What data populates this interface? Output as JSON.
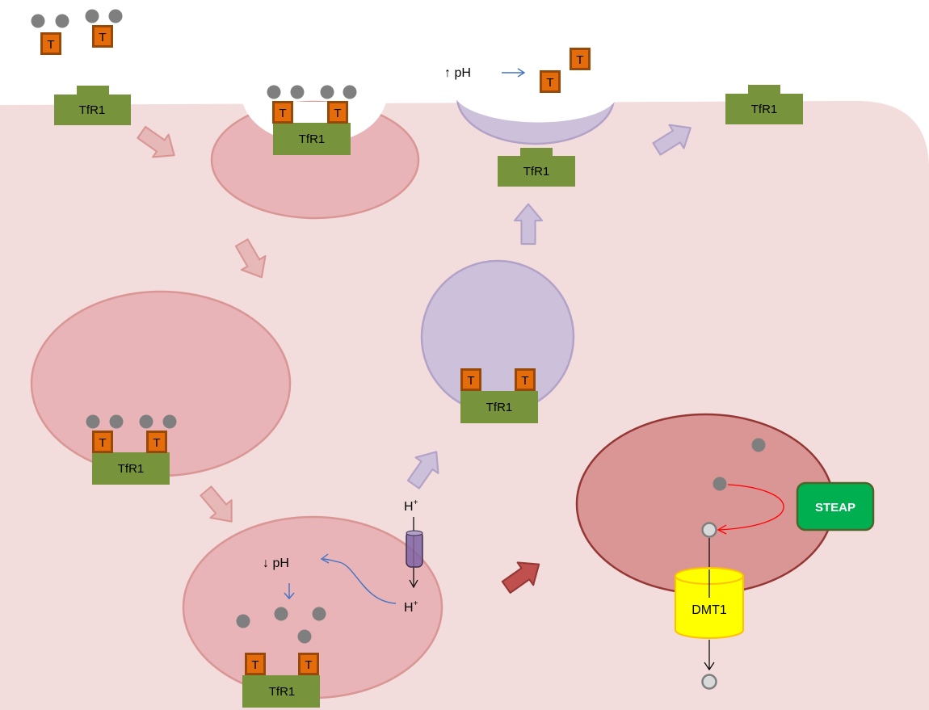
{
  "labels": {
    "transferrin": "T",
    "receptor": "TfR1",
    "ph_up": "↑ pH",
    "ph_down": "↓ pH",
    "proton": "H",
    "proton_sup": "+",
    "reductase": "STEAP",
    "transporter": "DMT1"
  },
  "colors": {
    "cell": "#f2dcdc",
    "endosome": "#e8b4b8",
    "recycling": "#ccc0da",
    "lysosome": "#d99694",
    "receptor": "#77933c",
    "transferrin": "#e46c0a",
    "iron": "#7f7f7f",
    "steap": "#00b050",
    "dmt1": "#ffff00"
  }
}
